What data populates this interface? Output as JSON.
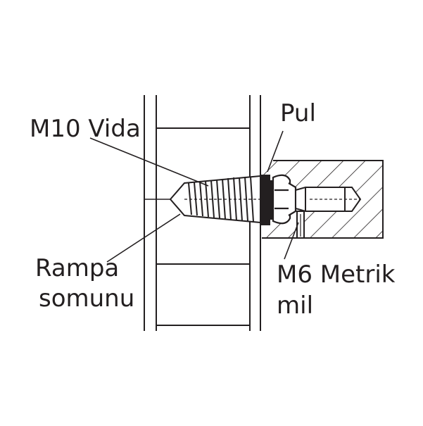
{
  "labels": {
    "screw": "M10 Vida",
    "ramp_nut_line1": "Rampa",
    "ramp_nut_line2": "somunu",
    "washer": "Pul",
    "shaft_line1": "M6 Metrik",
    "shaft_line2": "mil"
  },
  "colors": {
    "line": "#231f20",
    "background": "#ffffff"
  }
}
